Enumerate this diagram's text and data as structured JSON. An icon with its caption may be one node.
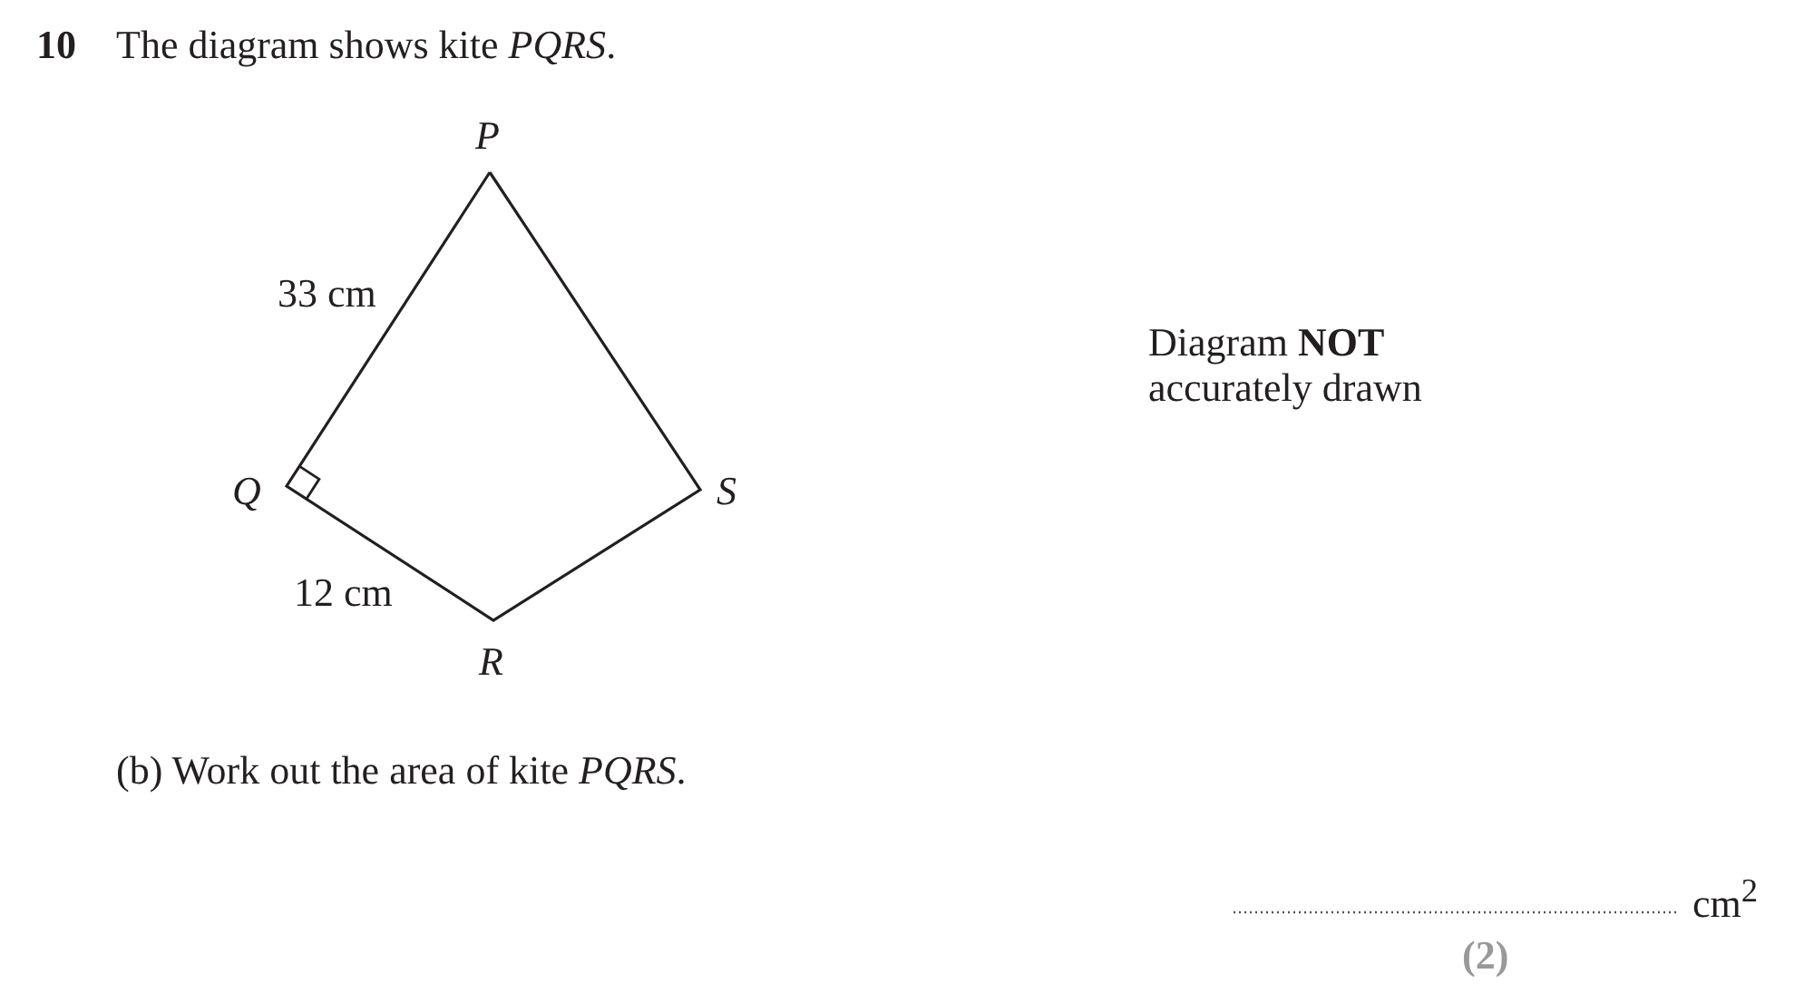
{
  "diagram": {
    "labels": [
      "10",
      "The diagram shows kite *PQRS*.",
      "P",
      "33 cm",
      "Q",
      "S",
      "12 cm",
      "R",
      "Diagram **NOT** accurately drawn",
      "(b)  Work out the area of kite *PQRS*.",
      "cm$^{2}$",
      "(2)"
    ]
  }
}
